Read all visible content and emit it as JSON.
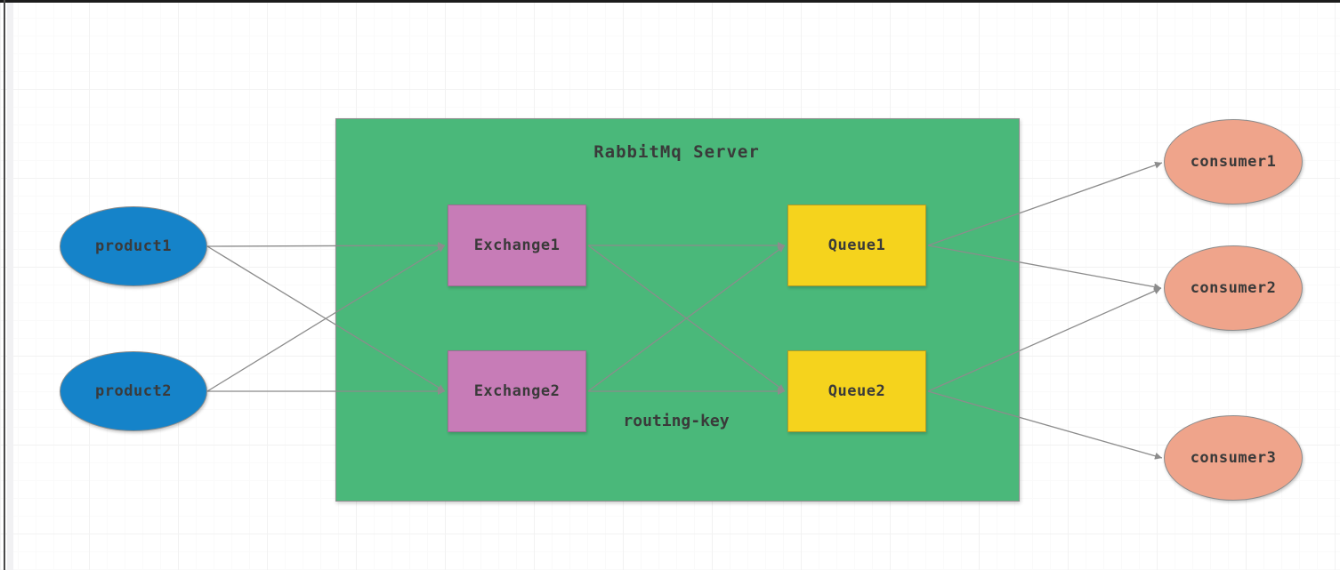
{
  "diagram": {
    "server_title": "RabbitMq Server",
    "routing_key_label": "routing-key"
  },
  "nodes": {
    "product1": {
      "label": "product1",
      "type": "producer"
    },
    "product2": {
      "label": "product2",
      "type": "producer"
    },
    "exchange1": {
      "label": "Exchange1",
      "type": "exchange"
    },
    "exchange2": {
      "label": "Exchange2",
      "type": "exchange"
    },
    "queue1": {
      "label": "Queue1",
      "type": "queue"
    },
    "queue2": {
      "label": "Queue2",
      "type": "queue"
    },
    "consumer1": {
      "label": "consumer1",
      "type": "consumer"
    },
    "consumer2": {
      "label": "consumer2",
      "type": "consumer"
    },
    "consumer3": {
      "label": "consumer3",
      "type": "consumer"
    }
  },
  "edges": [
    {
      "from": "product1",
      "to": "exchange1"
    },
    {
      "from": "product1",
      "to": "exchange2"
    },
    {
      "from": "product2",
      "to": "exchange1"
    },
    {
      "from": "product2",
      "to": "exchange2"
    },
    {
      "from": "exchange1",
      "to": "queue1"
    },
    {
      "from": "exchange1",
      "to": "queue2"
    },
    {
      "from": "exchange2",
      "to": "queue1"
    },
    {
      "from": "exchange2",
      "to": "queue2"
    },
    {
      "from": "queue1",
      "to": "consumer1"
    },
    {
      "from": "queue1",
      "to": "consumer2"
    },
    {
      "from": "queue2",
      "to": "consumer2"
    },
    {
      "from": "queue2",
      "to": "consumer3"
    }
  ],
  "colors": {
    "producer": "#1583C9",
    "server": "#4AB87A",
    "exchange": "#C77CB7",
    "queue": "#F5D31D",
    "consumer": "#EFA48B",
    "arrow": "#8C8C8C",
    "text": "#3A3A3A"
  }
}
